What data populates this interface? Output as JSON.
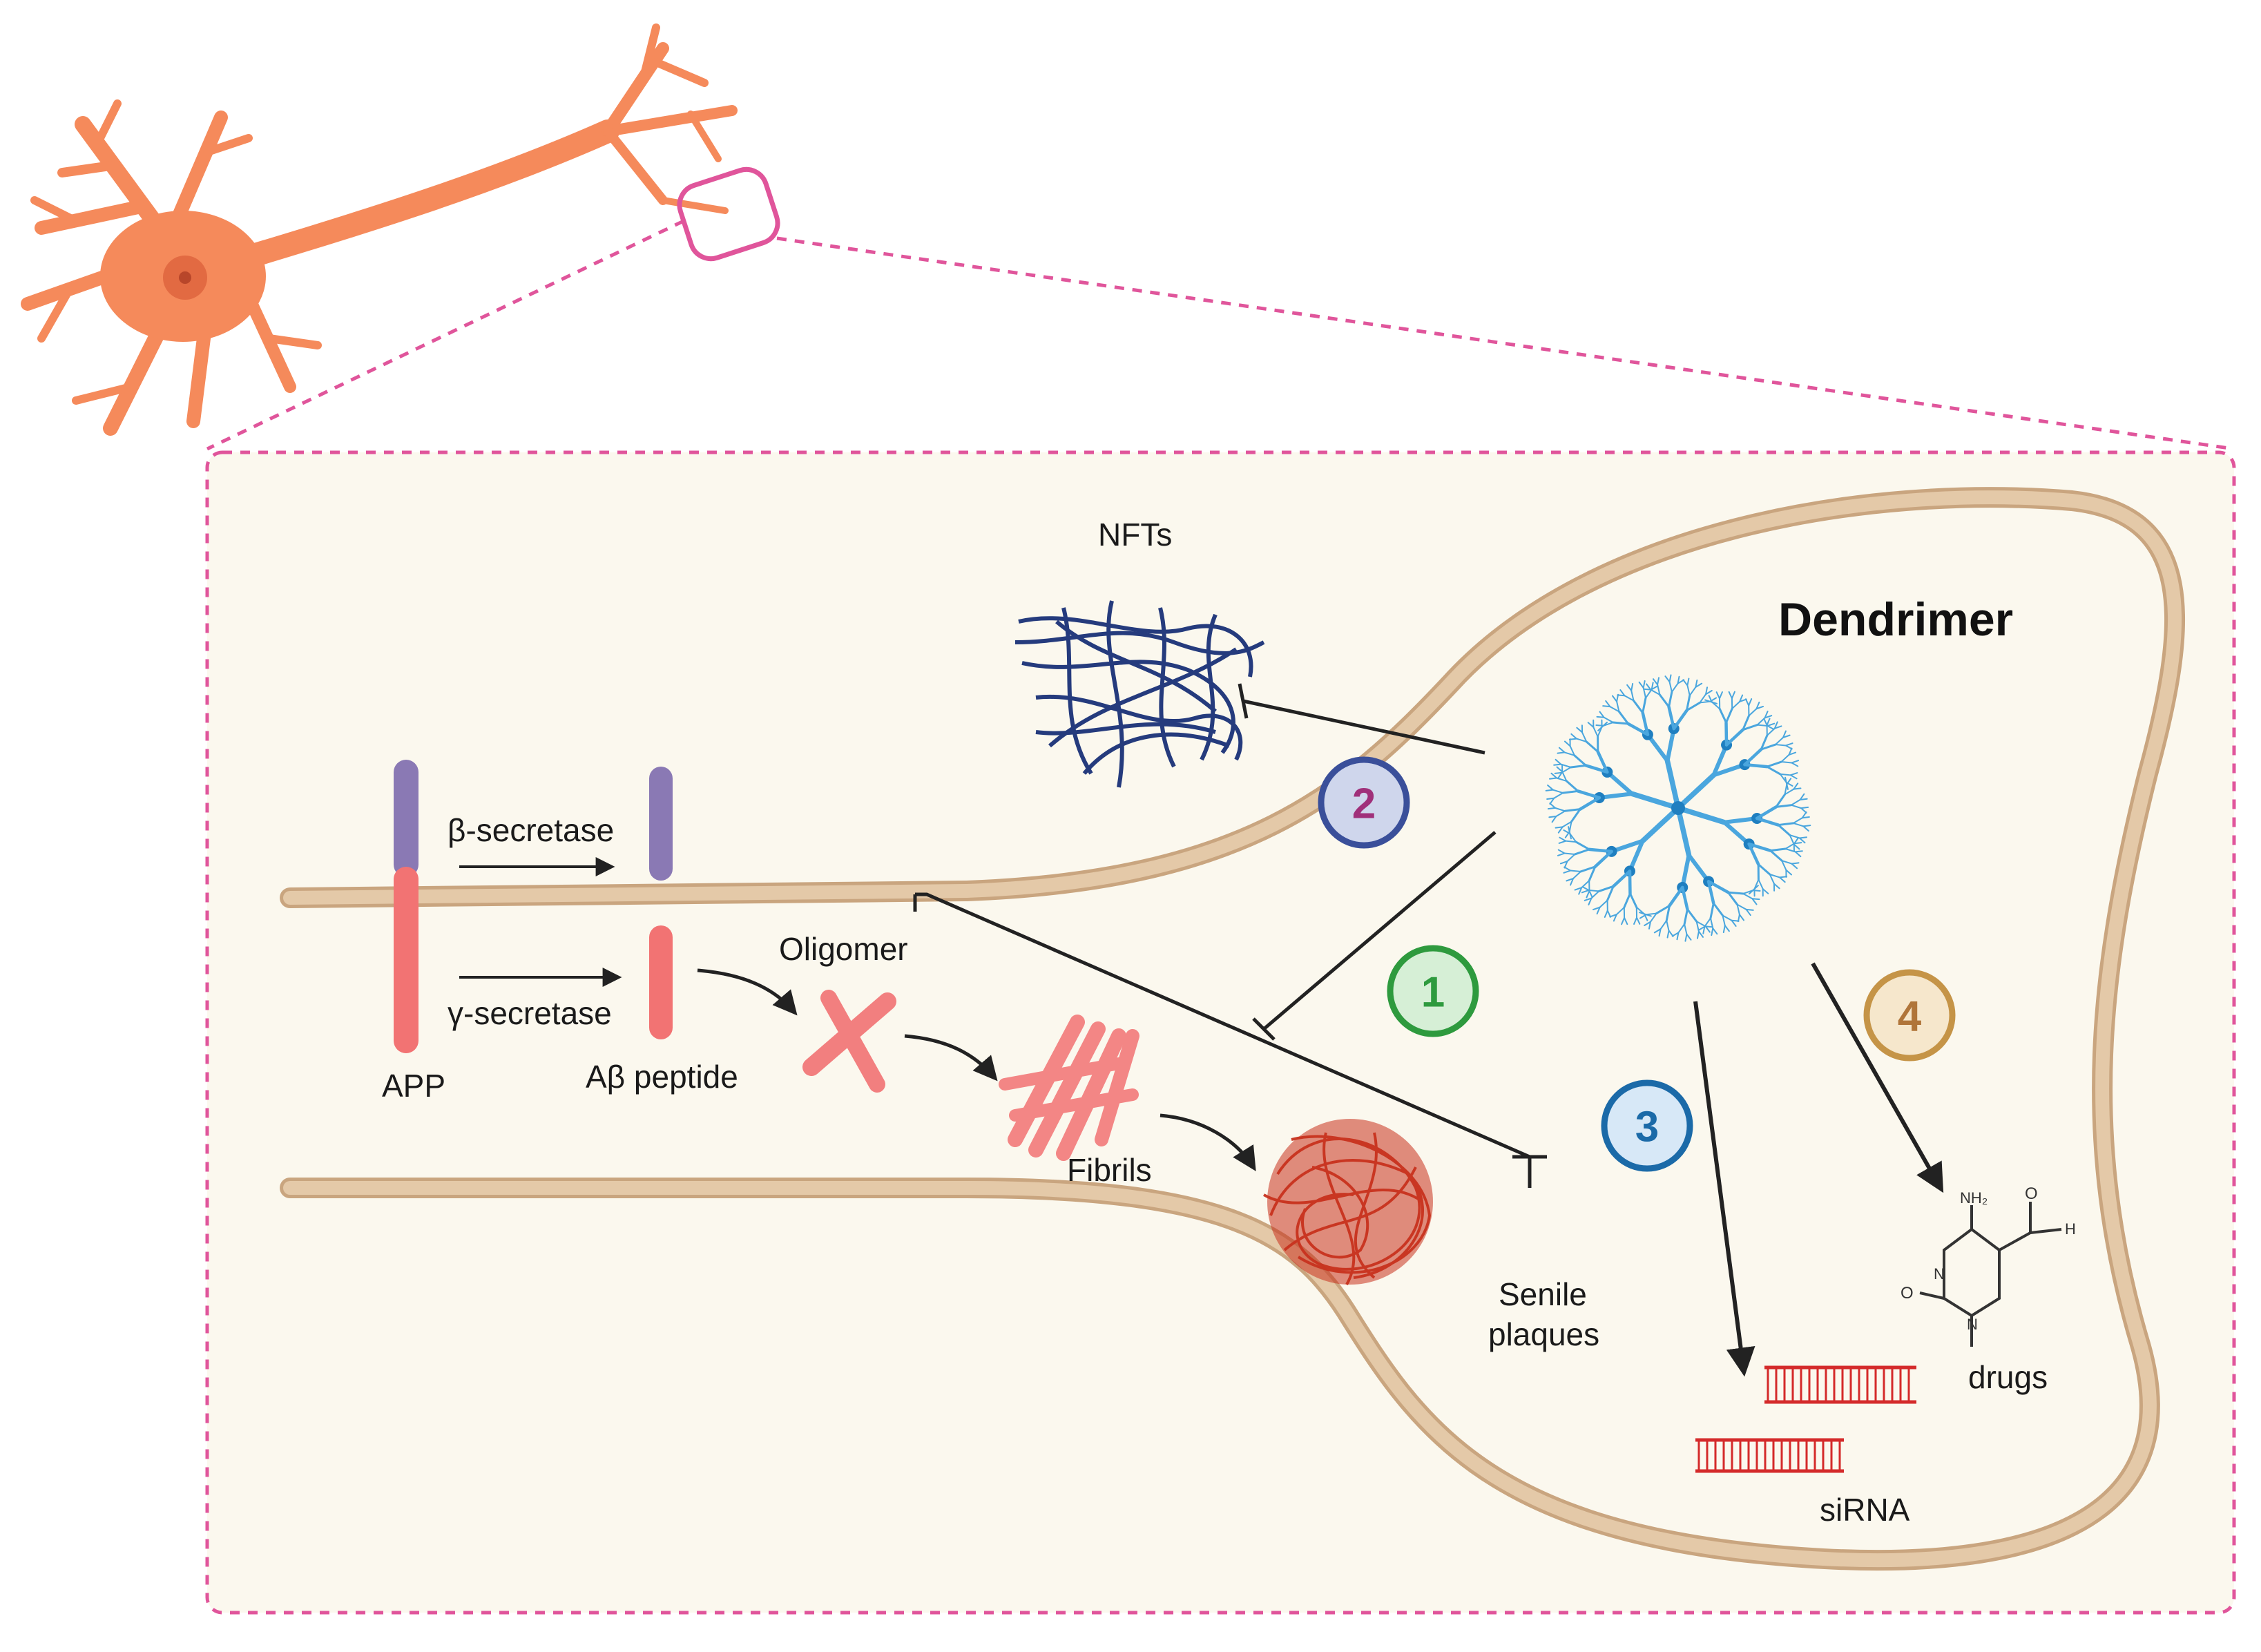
{
  "labels": {
    "nfts": "NFTs",
    "dendrimer": "Dendrimer",
    "beta_secretase": "β-secretase",
    "gamma_secretase": "γ-secretase",
    "app": "APP",
    "abeta_peptide": "Aβ peptide",
    "oligomer": "Oligomer",
    "fibrils": "Fibrils",
    "senile_plaques_line1": "Senile",
    "senile_plaques_line2": "plaques",
    "sirna": "siRNA",
    "drugs": "drugs",
    "nh2": "NH₂",
    "o1": "O",
    "o2": "O",
    "n1": "N",
    "n2": "N",
    "h": "H"
  },
  "badges": [
    {
      "number": "1",
      "color": "#2e9a3e",
      "fill": "#d6efd6"
    },
    {
      "number": "2",
      "color": "#a0307a",
      "fill": "#cfd6ec"
    },
    {
      "number": "3",
      "color": "#1b6aa8",
      "fill": "#d7e8f7"
    },
    {
      "number": "4",
      "color": "#b0753a",
      "fill": "#f6e7cc"
    }
  ],
  "colors": {
    "neuron": "#f58a5b",
    "zoom_dash": "#e0559b",
    "panel_bg": "#fbf8ee",
    "membrane": "#e4c9a8",
    "membrane_edge": "#c9a57f",
    "purple_segment": "#8a79b4",
    "pink_segment": "#f27373",
    "nft": "#253b7d",
    "plaque": "#c8321e",
    "dendrimer": "#4aa6de",
    "sirna": "#d42a2a"
  }
}
